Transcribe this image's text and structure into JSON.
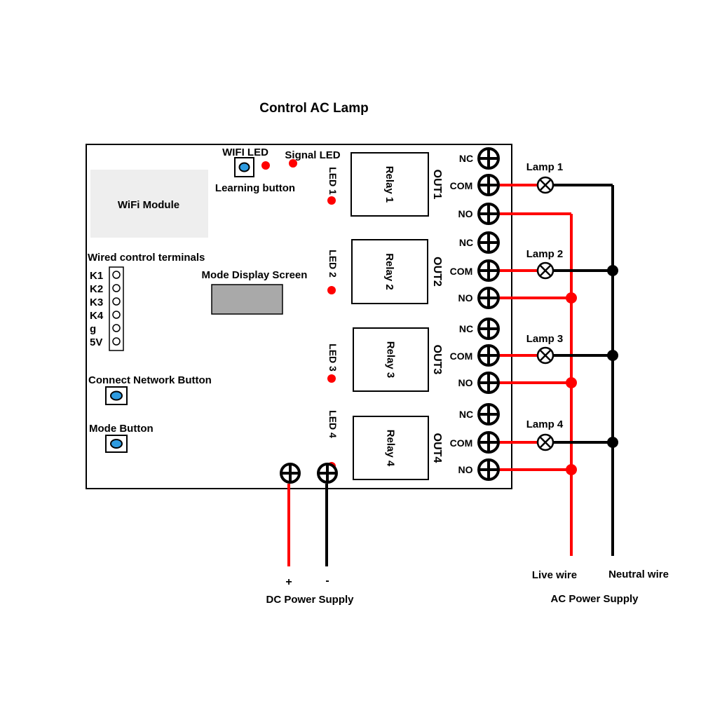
{
  "title": "Control AC Lamp",
  "board": {
    "wifi_module": "WiFi Module",
    "wifi_led": "WIFI LED",
    "signal_led": "Signal LED",
    "learning_button": "Learning button",
    "wired_terminals": "Wired control terminals",
    "terminal_labels": [
      "K1",
      "K2",
      "K3",
      "K4",
      "g",
      "5V"
    ],
    "mode_display": "Mode Display Screen",
    "connect_button": "Connect Network Button",
    "mode_button": "Mode Button"
  },
  "relays": [
    {
      "led": "LED 1",
      "relay": "Relay 1",
      "out": "OUT1",
      "lamp": "Lamp 1"
    },
    {
      "led": "LED 2",
      "relay": "Relay 2",
      "out": "OUT2",
      "lamp": "Lamp 2"
    },
    {
      "led": "LED 3",
      "relay": "Relay 3",
      "out": "OUT3",
      "lamp": "Lamp 3"
    },
    {
      "led": "LED 4",
      "relay": "Relay 4",
      "out": "OUT4",
      "lamp": "Lamp 4"
    }
  ],
  "contacts": {
    "nc": "NC",
    "com": "COM",
    "no": "NO"
  },
  "dc": {
    "plus": "+",
    "minus": "-",
    "label": "DC Power Supply"
  },
  "ac": {
    "live": "Live wire",
    "neutral": "Neutral wire",
    "label": "AC Power Supply"
  },
  "colors": {
    "live_wire": "#ff0000",
    "neutral_wire": "#000000",
    "led": "#ff0000",
    "button": "#2e9be0",
    "wifi_module": "#eeeeee",
    "display": "#a9a9a9"
  }
}
